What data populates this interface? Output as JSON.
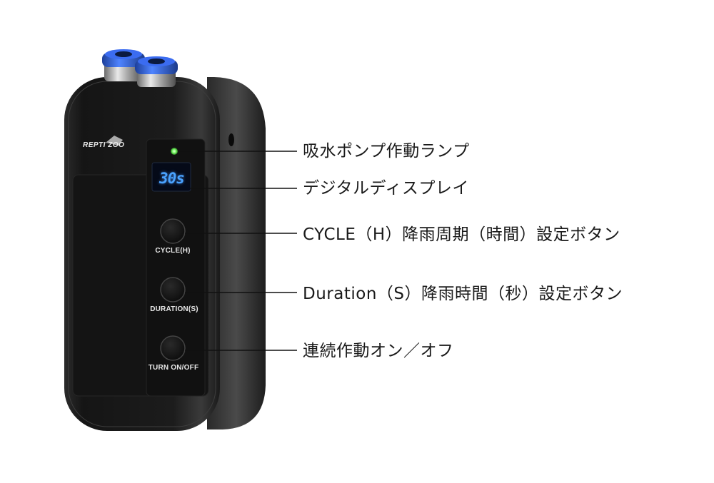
{
  "device": {
    "brand": "REPTI ZOO",
    "brand_sub": "",
    "display_value": "30s",
    "buttons": [
      {
        "label": "CYCLE(H)"
      },
      {
        "label": "DURATION(S)"
      },
      {
        "label": "TURN ON/OFF"
      }
    ]
  },
  "callouts": [
    {
      "text": "吸水ポンプ作動ランプ"
    },
    {
      "text": "デジタルディスプレイ"
    },
    {
      "text": "CYCLE（H）降雨周期（時間）設定ボタン"
    },
    {
      "text": "Duration（S）降雨時間（秒）設定ボタン"
    },
    {
      "text": "連続作動オン／オフ"
    }
  ],
  "colors": {
    "body": "#1a1a1a",
    "connector_blue": "#2a5fd6",
    "led_green": "#7dff6a",
    "display_blue": "#4aa3ff"
  }
}
